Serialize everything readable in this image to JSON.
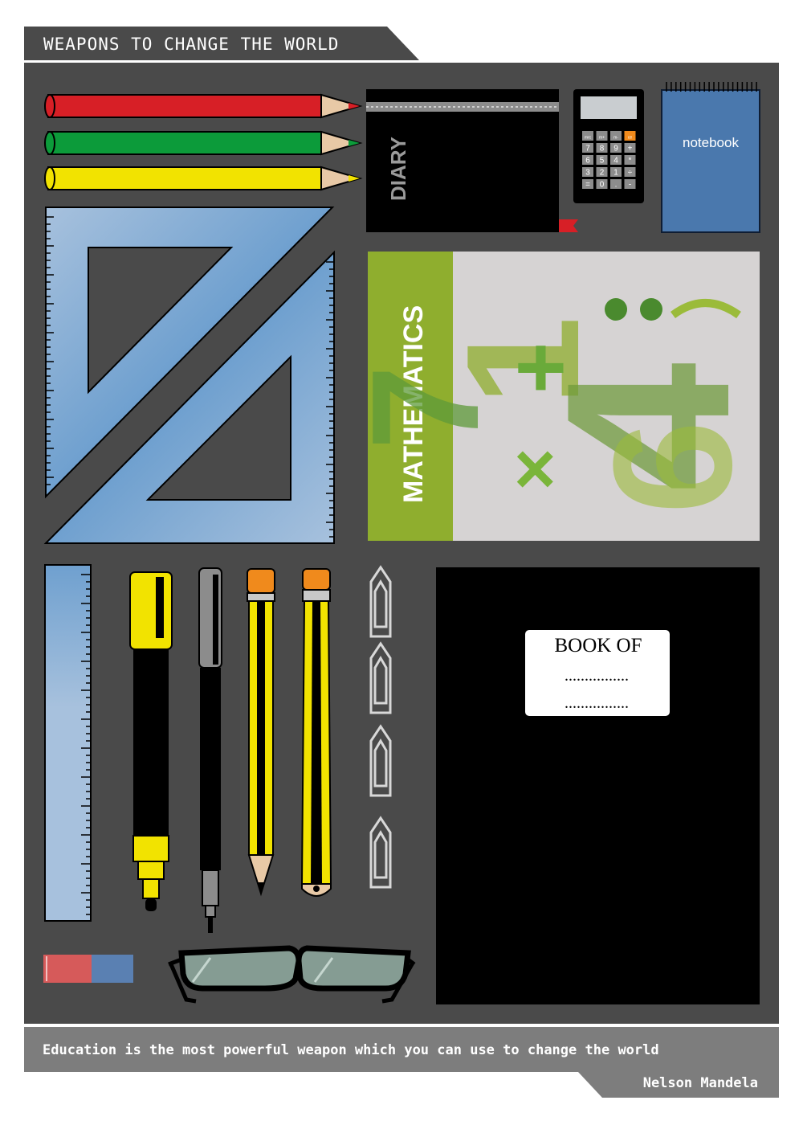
{
  "header": {
    "title": "WEAPONS TO CHANGE THE WORLD"
  },
  "diary": {
    "label": "DIARY"
  },
  "calculator": {
    "keys": [
      "mrc",
      "m+",
      "m-",
      "ce",
      "7",
      "8",
      "9",
      "+",
      "6",
      "5",
      "4",
      "*",
      "3",
      "2",
      "1",
      "÷",
      "=",
      "0",
      ".",
      "-"
    ]
  },
  "notebook": {
    "label": "notebook"
  },
  "math_book": {
    "label": "MATHEMATICS",
    "glyphs": {
      "one": "1",
      "four": "4",
      "seven": "7",
      "six": "6",
      "plus": "+",
      "times": "×"
    }
  },
  "black_book": {
    "label": "BOOK OF",
    "line1": "................",
    "line2": "................"
  },
  "footer": {
    "quote": "Education is the most powerful weapon which you can use to change the world",
    "author": "Nelson Mandela"
  },
  "colors": {
    "background": "#4a4a4a",
    "bar": "#7d7d7d",
    "ruler": "#8fb3d6",
    "math_green": "#8fae2e",
    "notebook_blue": "#4a78ad"
  }
}
